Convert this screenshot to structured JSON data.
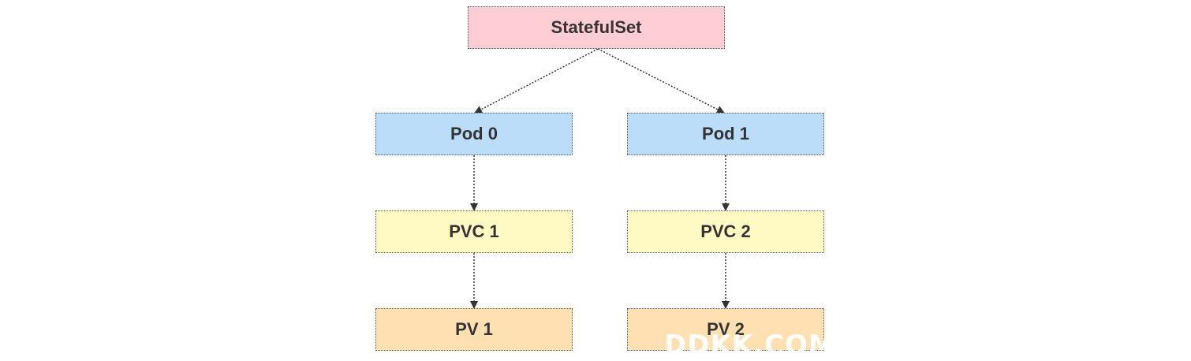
{
  "colors": {
    "statefulset": "#ffcdd4",
    "pod": "#bbddf9",
    "pvc": "#fff9c4",
    "pv": "#ffe0b2",
    "border": "#555555",
    "connector": "#333333"
  },
  "nodes": {
    "statefulset": "StatefulSet",
    "pod0": "Pod 0",
    "pod1": "Pod 1",
    "pvc1": "PVC 1",
    "pvc2": "PVC 2",
    "pv1": "PV 1",
    "pv2": "PV 2"
  },
  "edges": [
    {
      "from": "statefulset",
      "to": "pod0"
    },
    {
      "from": "statefulset",
      "to": "pod1"
    },
    {
      "from": "pod0",
      "to": "pvc1"
    },
    {
      "from": "pod1",
      "to": "pvc2"
    },
    {
      "from": "pvc1",
      "to": "pv1"
    },
    {
      "from": "pvc2",
      "to": "pv2"
    }
  ],
  "watermark": "DDKK.COM"
}
